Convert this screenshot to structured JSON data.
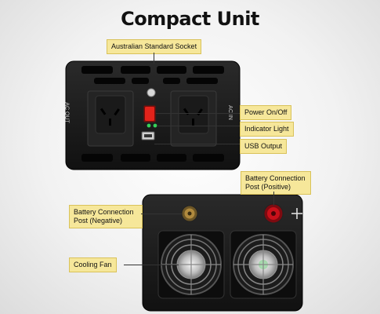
{
  "title": "Compact Unit",
  "labels": {
    "socket": "Australian Standard Socket",
    "power": "Power On/Off",
    "indicator": "Indicator Light",
    "usb": "USB Output",
    "battery_positive_1": "Battery Connection",
    "battery_positive_2": "Post (Positive)",
    "battery_negative_1": "Battery Connection",
    "battery_negative_2": "Post (Negative)",
    "fan": "Cooling Fan"
  },
  "side_text": {
    "left": "AC OUT",
    "right": "AC IN"
  },
  "colors": {
    "label_bg": "#f6e79a",
    "device": "#1b1b1b",
    "switch": "#e3231b",
    "led": "#36d15a",
    "terminal_positive": "#c8101a",
    "terminal_negative": "#b08a3e"
  }
}
